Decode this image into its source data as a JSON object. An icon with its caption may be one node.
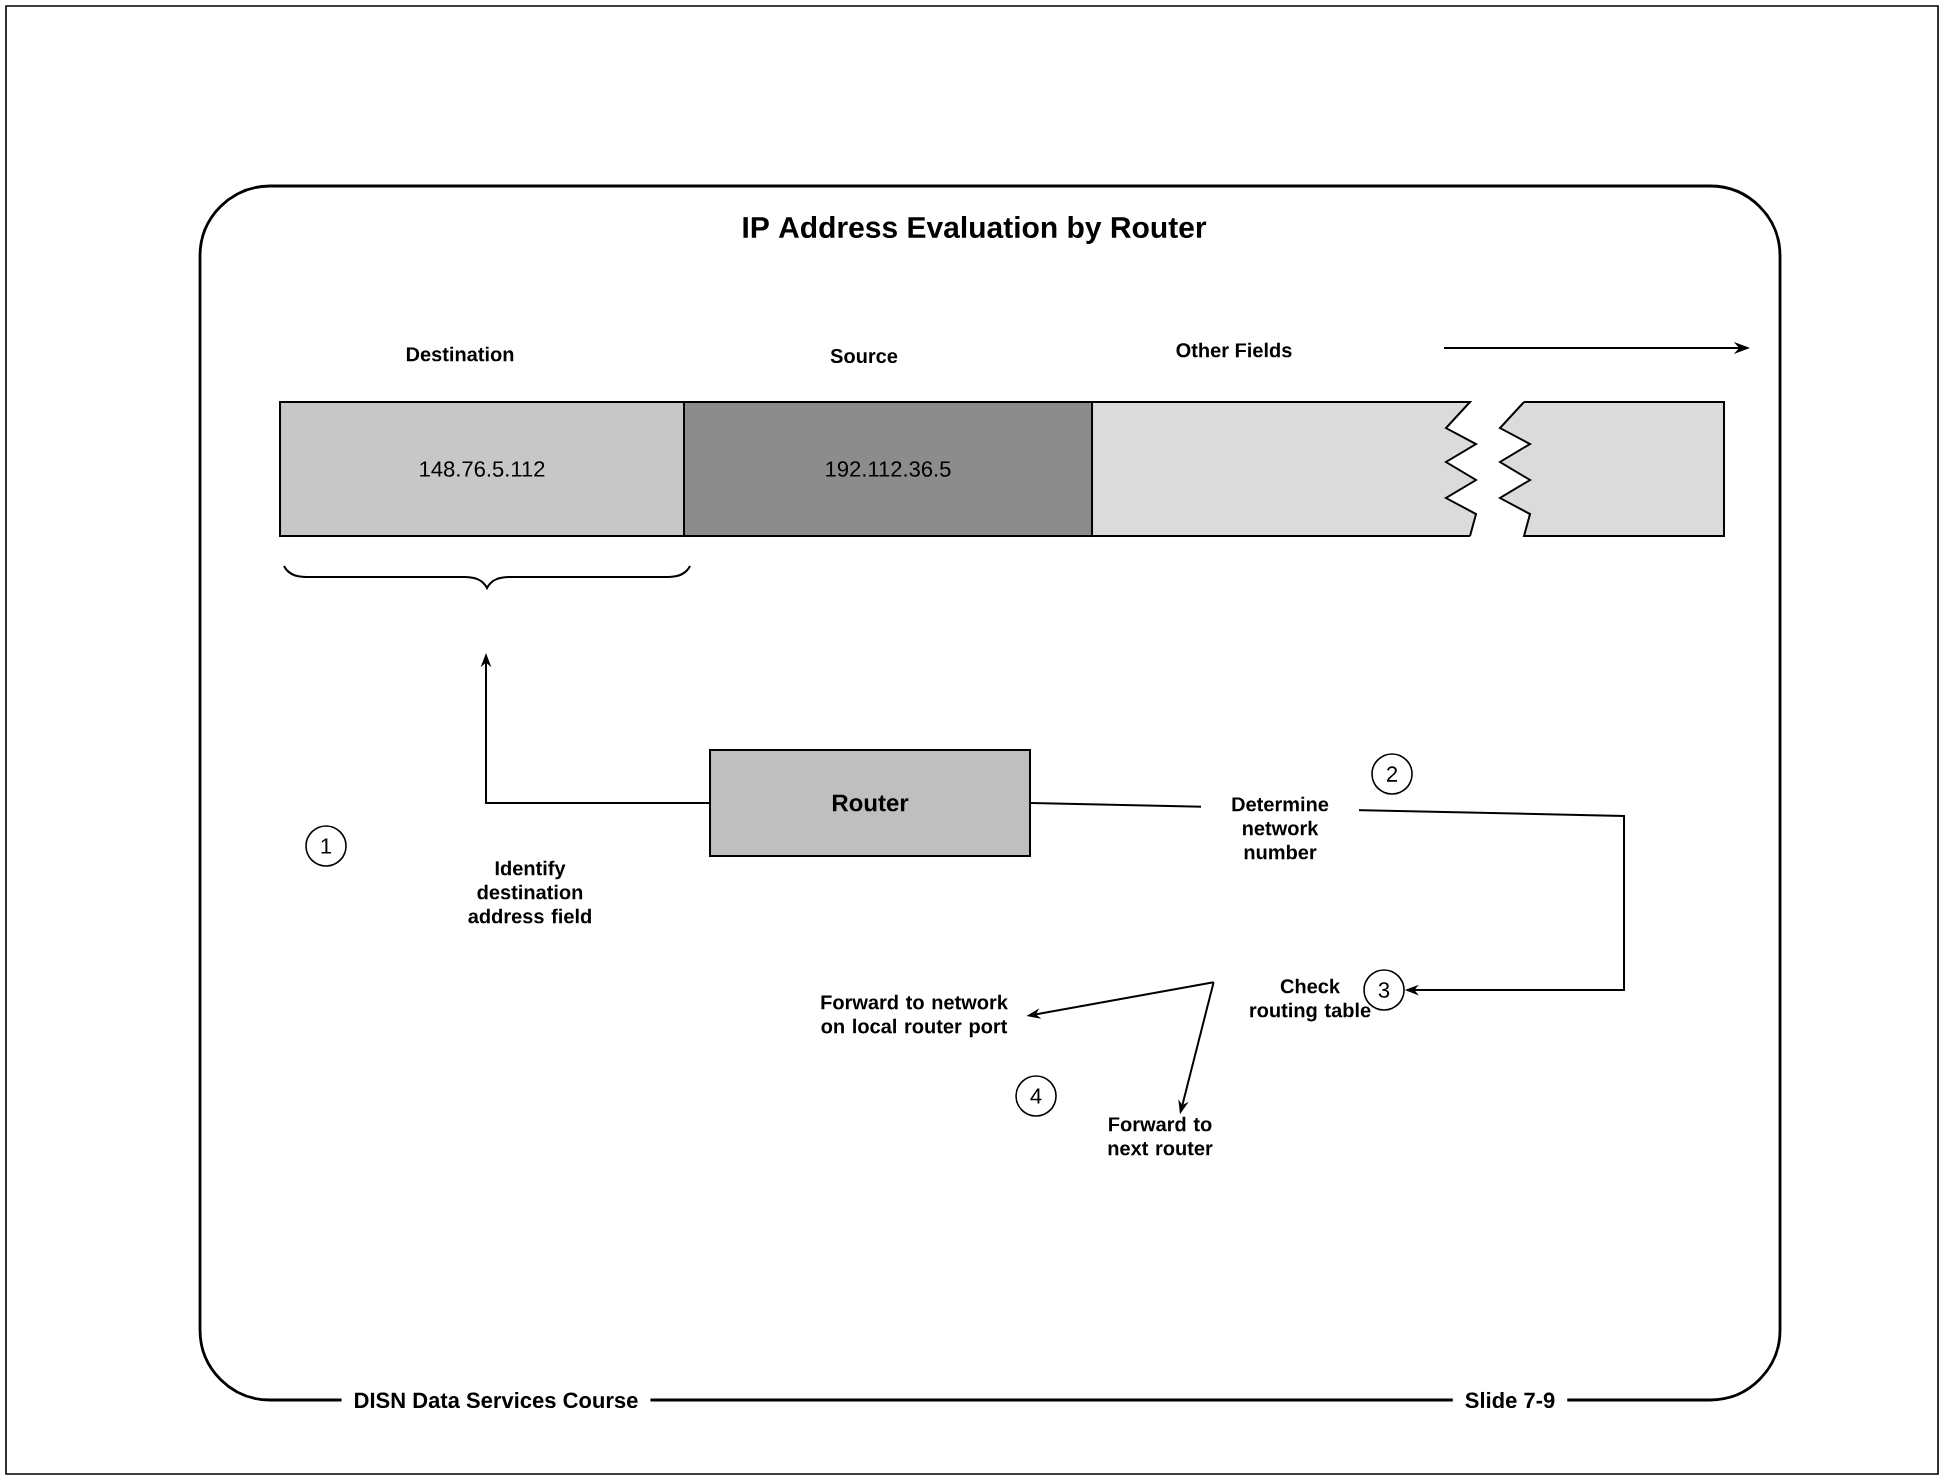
{
  "diagram": {
    "title": "IP Address Evaluation by Router",
    "nodes": [
      {
        "text": [
          "Destination",
          "148.76.5.112"
        ]
      },
      {
        "text": [
          "Source",
          "192.112.36.5"
        ]
      },
      {
        "text": [
          "Other Fields"
        ]
      },
      {
        "text": [
          "Router"
        ]
      },
      {
        "text": [
          "1"
        ]
      },
      {
        "text": [
          "2"
        ]
      },
      {
        "text": [
          "Check routing table"
        ]
      },
      {
        "text": [
          "3"
        ]
      },
      {
        "text": [
          "Forward to network on local router port"
        ]
      },
      {
        "text": [
          "4"
        ]
      },
      {
        "text": [
          "Forward to next router"
        ]
      }
    ],
    "edges": [
      {
        "from": 3,
        "to": 0,
        "arrow": "to",
        "label": "Identify destination address field"
      },
      {
        "from": 3,
        "to": 7,
        "arrow": "to",
        "label": "Determine network number"
      },
      {
        "from": 6,
        "to": 8,
        "arrow": "to"
      },
      {
        "from": 6,
        "to": 10,
        "arrow": "to"
      }
    ],
    "labels": [
      "DISN Data Services Course",
      "Slide 7-9"
    ]
  }
}
